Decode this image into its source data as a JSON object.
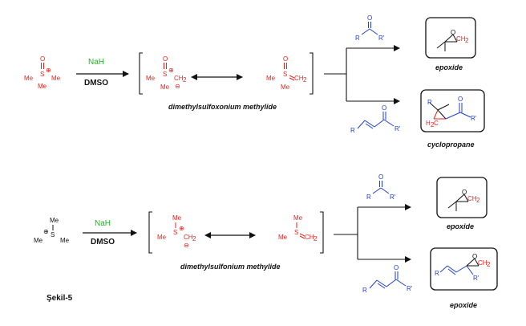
{
  "figure_label": "Şekil-5",
  "atoms": {
    "me": "Me",
    "s": "S",
    "o": "O",
    "ch2": "CH",
    "two": "2",
    "r": "R",
    "rp": "R'",
    "h2c": "H",
    "c": "C",
    "plus": "⊕",
    "minus": "⊖"
  },
  "colors": {
    "reagent_red": "#e8221b",
    "substrate_blue": "#1f3fd1",
    "reagent_green": "#23b523",
    "ink": "#111111"
  },
  "top_scheme": {
    "base": "NaH",
    "solvent": "DMSO",
    "ylide_label": "dimethylsulfoxonium methylide",
    "product_1_label": "epoxide",
    "product_2_label": "cyclopropane"
  },
  "bottom_scheme": {
    "base": "NaH",
    "solvent": "DMSO",
    "ylide_label": "dimethylsulfonium methylide",
    "product_1_label": "epoxide",
    "product_2_label": "epoxide"
  }
}
